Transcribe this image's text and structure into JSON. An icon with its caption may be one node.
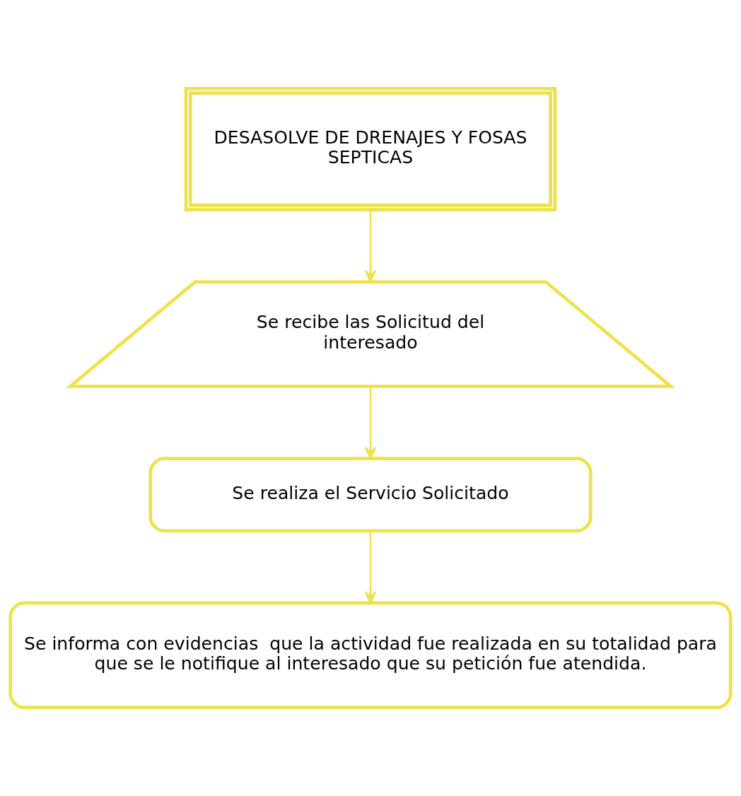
{
  "diagram": {
    "nodes": [
      {
        "text": [
          "DESASOLVE DE DRENAJES Y FOSAS SEPTICAS"
        ]
      },
      {
        "text": [
          "Se recibe las Solicitud del interesado"
        ]
      },
      {
        "text": [
          "Se realiza el Servicio Solicitado"
        ]
      },
      {
        "text": [
          "Se informa con evidencias  que la actividad fue realizada en su totalidad para que se le notifique al interesado que su petición fue atendida."
        ]
      }
    ],
    "edges": [
      {
        "from": 0,
        "to": 1,
        "arrow": "to"
      },
      {
        "from": 1,
        "to": 2,
        "arrow": "to"
      },
      {
        "from": 2,
        "to": 3,
        "arrow": "to"
      }
    ]
  }
}
